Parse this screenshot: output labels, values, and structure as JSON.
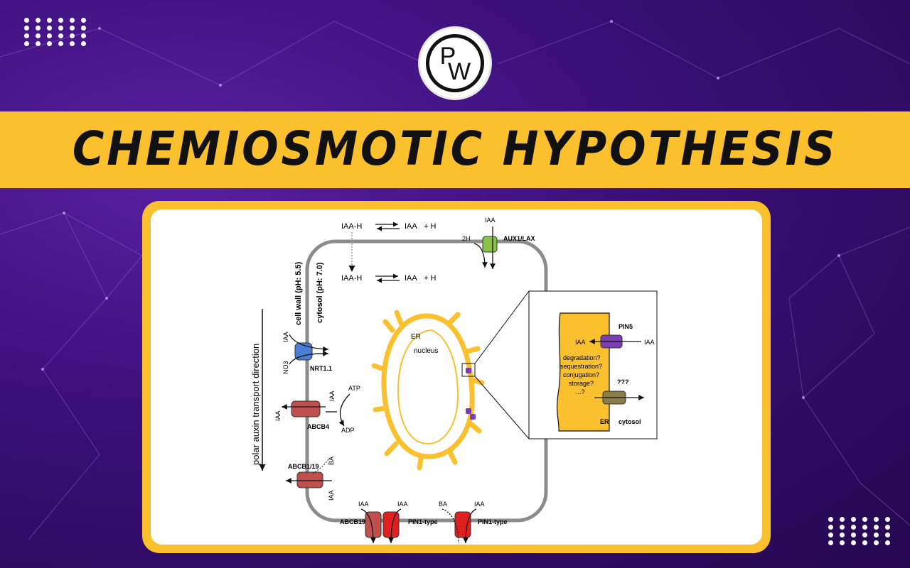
{
  "logo": {
    "text": "PW"
  },
  "banner": {
    "title": "CHEMIOSMOTIC HYPOTHESIS"
  },
  "diagram": {
    "eq_top_left": "IAA-H",
    "eq_top_right": "IAA",
    "eq_top_h": "+ H",
    "eq_inner_left": "IAA-H",
    "eq_inner_right": "IAA",
    "eq_inner_h": "+ H",
    "cell_wall": "cell wall (pH: 5.5)",
    "cytosol_ph": "cytosol (pH: 7.0)",
    "transport_direction": "polar auxin transport direction",
    "aux1_iaa": "IAA",
    "aux1_2h": "2H",
    "aux1_label": "AUX1/LAX",
    "nrt_iaa": "IAA",
    "nrt_no3": "NO3",
    "nrt_label": "NRT1.1",
    "abcb4_iaa_left": "IAA",
    "abcb4_iaa_right": "IAA",
    "abcb4_atp": "ATP",
    "abcb4_adp": "ADP",
    "abcb4_label": "ABCB4",
    "abcb1_label": "ABCB1/19",
    "abcb1_ba": "BA",
    "abcb1_iaa": "IAA",
    "bottom_iaa1": "IAA",
    "bottom_iaa2": "IAA",
    "bottom_ba": "BA",
    "bottom_iaa3": "IAA",
    "abcb19_label": "ABCB19",
    "pin1_label_a": "PIN1-type",
    "pin1_label_b": "PIN1-type",
    "er_label": "ER",
    "nucleus_label": "nucleus",
    "inset": {
      "pin5": "PIN5",
      "iaa_left": "IAA",
      "iaa_right": "IAA",
      "q1": "degradation?",
      "q2": "sequestration?",
      "q3": "conjugation?",
      "q4": "storage?",
      "q5": "...?",
      "unknown": "???",
      "er": "ER",
      "cytosol": "cytosol"
    }
  },
  "colors": {
    "banner": "#fbc02d",
    "er_yellow": "#fbc02d",
    "aux1_green": "#8bc34a",
    "nrt_blue": "#4a7fd4",
    "abcb_brown": "#c0504d",
    "pin_red": "#e02020",
    "pin5_purple": "#7b3fb3",
    "unknown_olive": "#8a7d4a"
  }
}
